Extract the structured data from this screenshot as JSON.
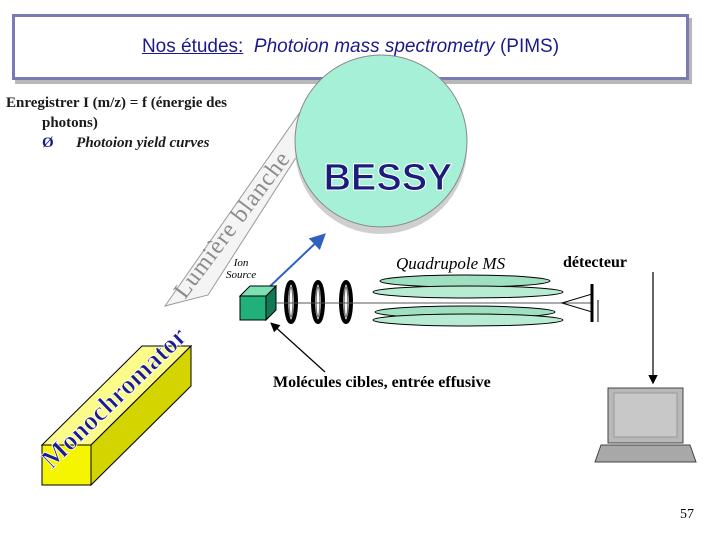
{
  "slide": {
    "title_lead": "Nos études:",
    "title_em": "Photoion mass spectrometry",
    "title_tail": "(PIMS)",
    "bullet_line1": "Enregistrer I (m/z) = f (énergie des",
    "bullet_line2": "photons)",
    "bullet_symbol": "Ø",
    "bullet_sub": "Photoion yield curves",
    "beam_label": "Lumière blanche",
    "synchrotron": "BESSY",
    "monochromator": "Monochromator",
    "ion_source_line1": "Ion",
    "ion_source_line2": "Source",
    "quadrupole": "Quadrupole MS",
    "detector": "détecteur",
    "molecules": "Molécules cibles, entrée effusive",
    "page_number": "57"
  },
  "colors": {
    "title_text": "#1a1a8c",
    "border": "#7b7bb3",
    "bessy_fill": "#a7f0d8",
    "bessy_text": "#1c1c7c",
    "beam_text": "#8c8c8c",
    "mono_fill": "#f5f500",
    "mono_text": "#1c1c8c",
    "rods": "#9ee0c0",
    "cube": "#22b07a",
    "arrow_blue": "#3060c0",
    "computer": "#b8b8b8"
  }
}
